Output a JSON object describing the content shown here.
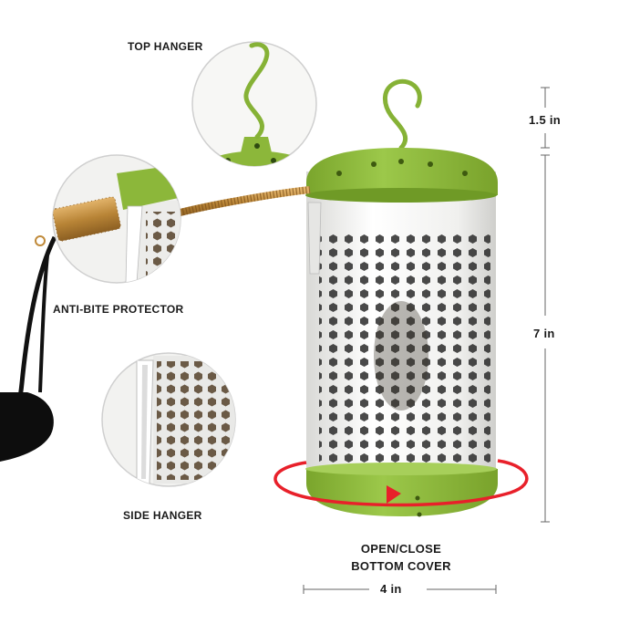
{
  "labels": {
    "top_hanger": "TOP  HANGER",
    "anti_bite": "ANTI-BITE PROTECTOR",
    "side_hanger": "SIDE HANGER",
    "cover_line1": "OPEN/CLOSE",
    "cover_line2": "BOTTOM COVER"
  },
  "dimensions": {
    "top": "1.5 in",
    "height": "7 in",
    "width": "4 in"
  },
  "colors": {
    "lime_green": "#8cb73a",
    "body_white": "#f4f4f2",
    "arrow_red": "#e8202a",
    "cord_black": "#111111",
    "brass": "#c08a3a"
  }
}
